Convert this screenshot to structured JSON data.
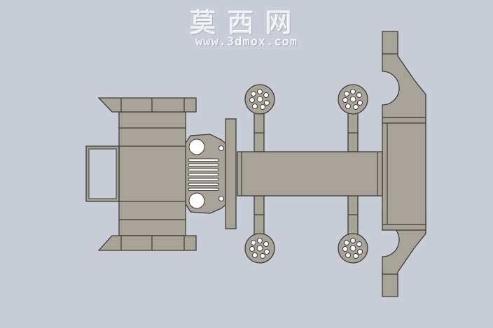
{
  "watermark": {
    "title_cn": "莫西网",
    "url": "www.3dmox.com"
  },
  "colors": {
    "background": "#c8cdd8",
    "part_fill": "#a8a398",
    "outline": "#3e3c38"
  },
  "wheels": {
    "count": 4,
    "bolt_holes_per_wheel": 7
  }
}
